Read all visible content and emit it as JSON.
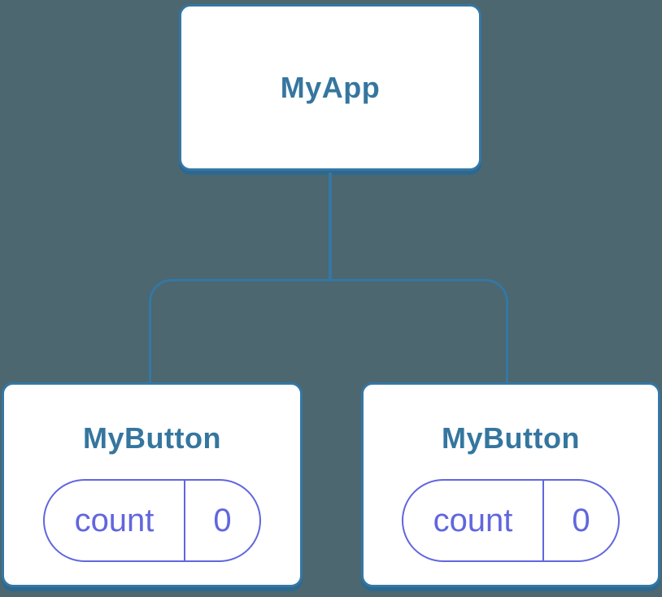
{
  "diagram": {
    "type": "component-tree",
    "root": {
      "label": "MyApp"
    },
    "children": [
      {
        "label": "MyButton",
        "state": {
          "key": "count",
          "value": "0"
        }
      },
      {
        "label": "MyButton",
        "state": {
          "key": "count",
          "value": "0"
        }
      }
    ]
  },
  "colors": {
    "background": "#4c6770",
    "edge_line": "#3477a4",
    "node_border": "#3477a4",
    "node_shadow": "#2d6890",
    "node_text": "#35769f",
    "node_fill": "#ffffff",
    "state_accent": "#6166de"
  }
}
